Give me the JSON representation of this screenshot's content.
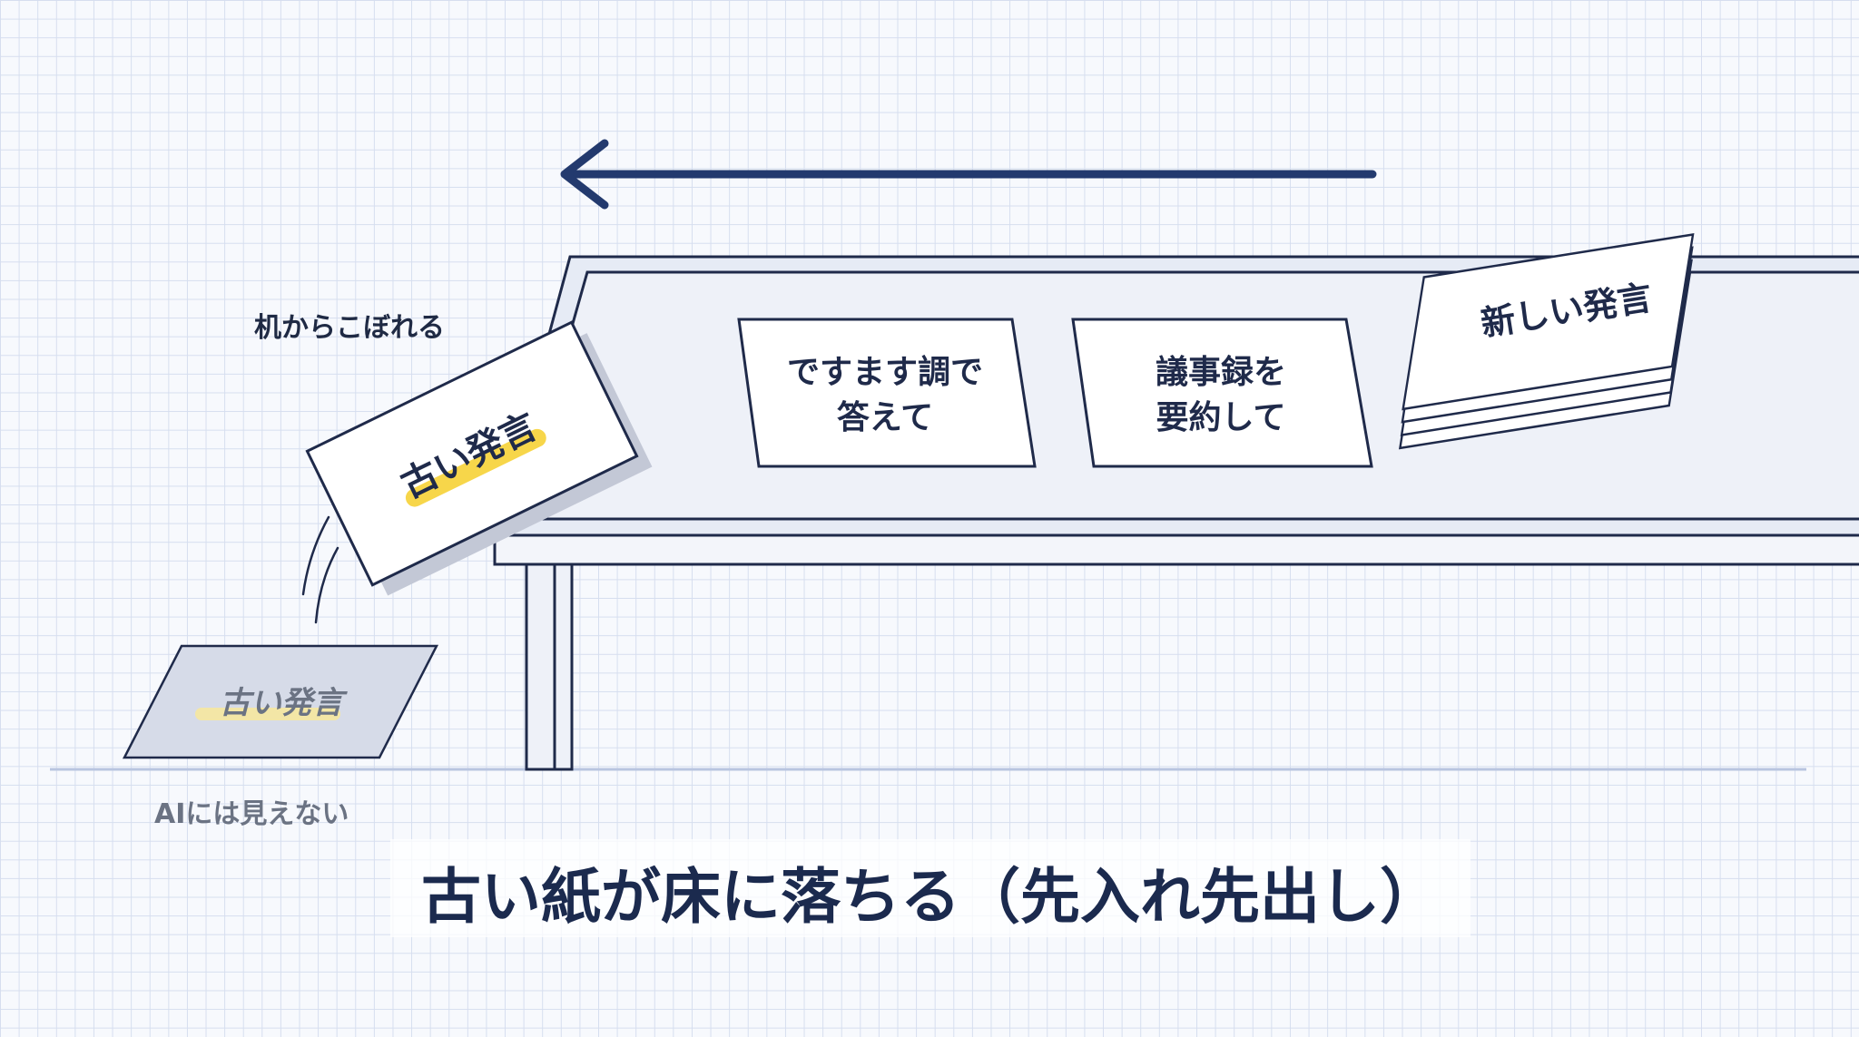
{
  "labels": {
    "falling": "机からこぼれる",
    "floor": "AIには見えない"
  },
  "cards": {
    "falling_card": "古い発言",
    "floor_card": "古い発言",
    "card_1_line_1": "ですます調で",
    "card_1_line_2": "答えて",
    "card_2_line_1": "議事録を",
    "card_2_line_2": "要約して",
    "new_card": "新しい発言"
  },
  "caption": "古い紙が床に落ちる（先入れ先出し）",
  "colors": {
    "navy": "#1f2a4a",
    "arrow": "#233a6e",
    "highlight": "#f7d64a",
    "table_top": "#eef1f8",
    "grid": "#d6deef"
  },
  "icons": {
    "direction_arrow": "arrow-left-icon",
    "motion_lines": "motion-lines-icon"
  }
}
